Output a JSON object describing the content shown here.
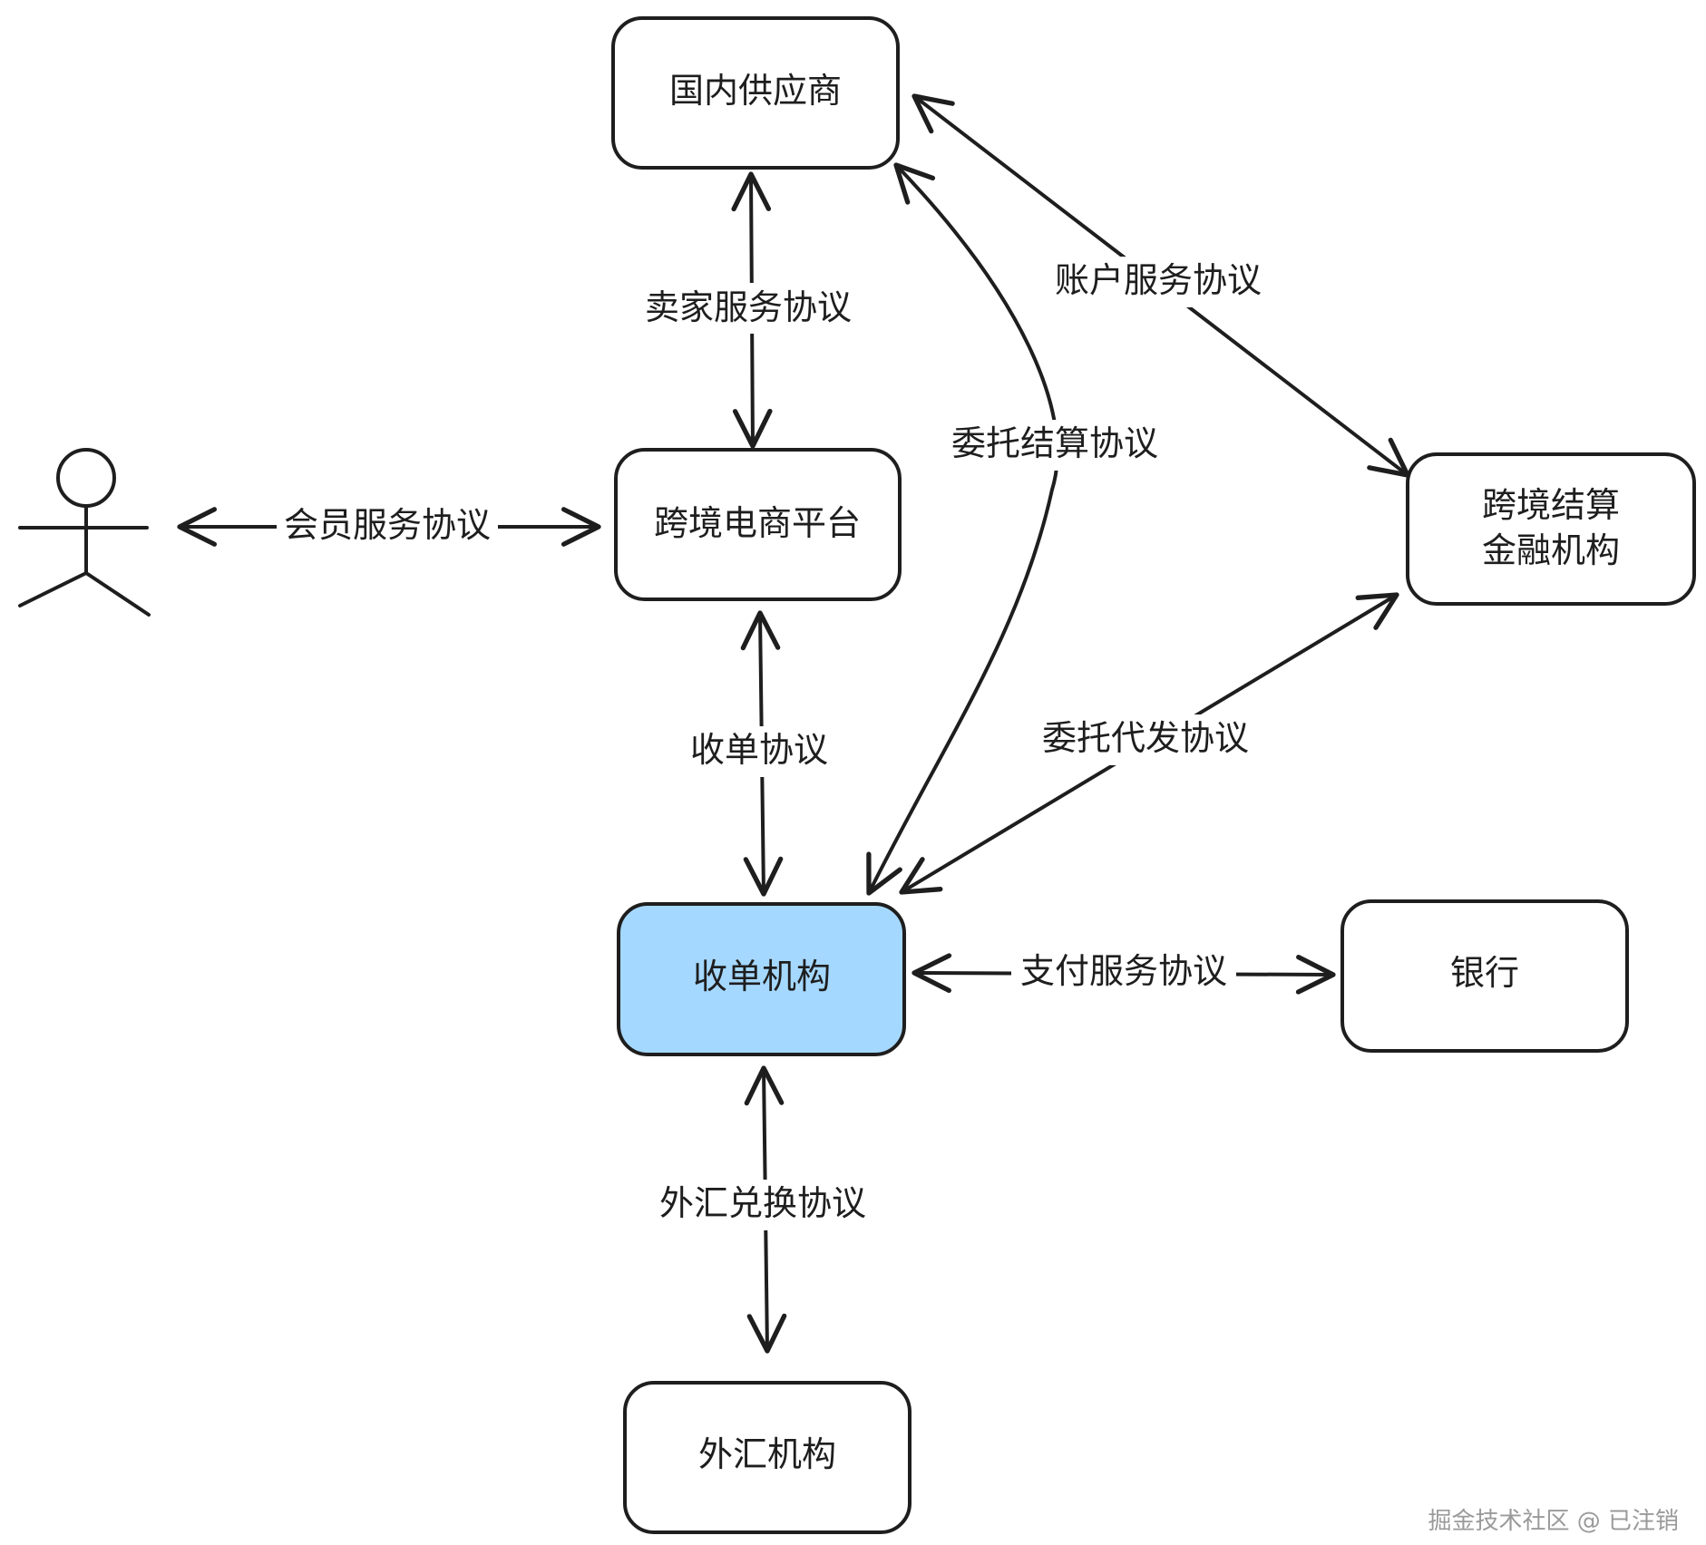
{
  "nodes": {
    "supplier": "国内供应商",
    "platform": "跨境电商平台",
    "settlement": "跨境结算\n金融机构",
    "acquirer": "收单机构",
    "bank": "银行",
    "fx": "外汇机构"
  },
  "edges": {
    "seller_service": "卖家服务协议",
    "member_service": "会员服务协议",
    "account_service": "账户服务协议",
    "entrusted_settlement": "委托结算协议",
    "acquiring": "收单协议",
    "entrusted_payout": "委托代发协议",
    "payment_service": "支付服务协议",
    "fx_exchange": "外汇兑换协议"
  },
  "colors": {
    "stroke": "#1e1e1e",
    "highlight_fill": "#a5d8ff"
  },
  "watermark": "掘金技术社区 @ 已注销"
}
